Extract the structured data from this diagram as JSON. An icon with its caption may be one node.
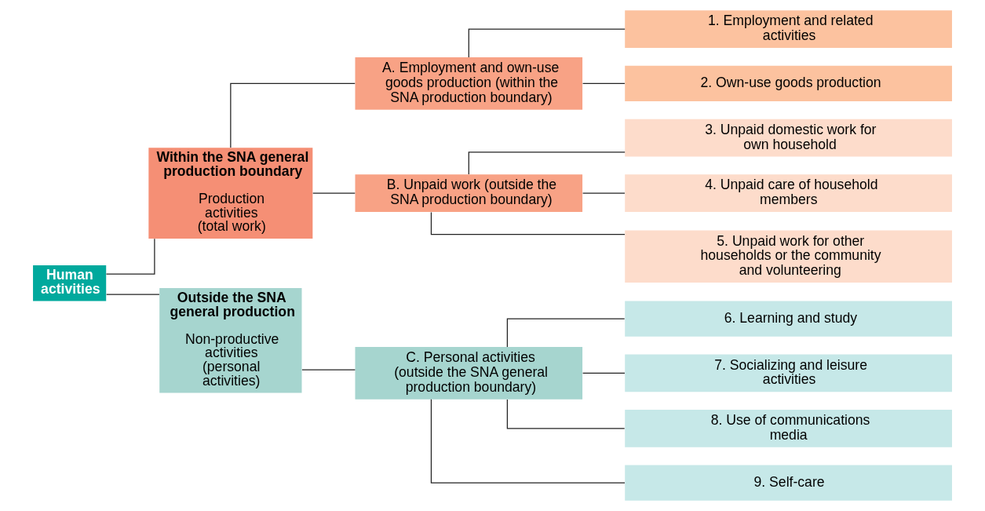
{
  "diagram": {
    "nodes": [
      {
        "text": [
          "Human activities"
        ]
      },
      {
        "text": [
          "Within the SNA general production boundary",
          "Production activities (total work)"
        ]
      },
      {
        "text": [
          "Outside the SNA general production",
          "Non-productive activities (personal activities)"
        ]
      },
      {
        "text": [
          "A. Employment and own-use goods production (within the SNA production boundary)"
        ]
      },
      {
        "text": [
          "B. Unpaid work (outside the SNA production boundary)"
        ]
      },
      {
        "text": [
          "C. Personal activities (outside the SNA general production boundary)"
        ]
      },
      {
        "text": [
          "1. Employment and related activities"
        ]
      },
      {
        "text": [
          "2. Own-use goods production"
        ]
      },
      {
        "text": [
          "3. Unpaid domestic work for own household"
        ]
      },
      {
        "text": [
          "4. Unpaid care of household members"
        ]
      },
      {
        "text": [
          "5. Unpaid work for other households or the community and volunteering"
        ]
      },
      {
        "text": [
          "6. Learning and study"
        ]
      },
      {
        "text": [
          "7. Socializing and leisure activities"
        ]
      },
      {
        "text": [
          "8. Use of communications media"
        ]
      },
      {
        "text": [
          "9. Self-care"
        ]
      }
    ],
    "edges": [
      {
        "from": 0,
        "to": 1,
        "arrow": "none"
      },
      {
        "from": 0,
        "to": 2,
        "arrow": "none"
      },
      {
        "from": 1,
        "to": 3,
        "arrow": "none"
      },
      {
        "from": 1,
        "to": 4,
        "arrow": "none"
      },
      {
        "from": 2,
        "to": 5,
        "arrow": "none"
      },
      {
        "from": 3,
        "to": 6,
        "arrow": "none"
      },
      {
        "from": 3,
        "to": 7,
        "arrow": "none"
      },
      {
        "from": 4,
        "to": 8,
        "arrow": "none"
      },
      {
        "from": 4,
        "to": 9,
        "arrow": "none"
      },
      {
        "from": 4,
        "to": 10,
        "arrow": "none"
      },
      {
        "from": 5,
        "to": 11,
        "arrow": "none"
      },
      {
        "from": 5,
        "to": 12,
        "arrow": "none"
      },
      {
        "from": 5,
        "to": 13,
        "arrow": "none"
      },
      {
        "from": 5,
        "to": 14,
        "arrow": "none"
      }
    ]
  }
}
